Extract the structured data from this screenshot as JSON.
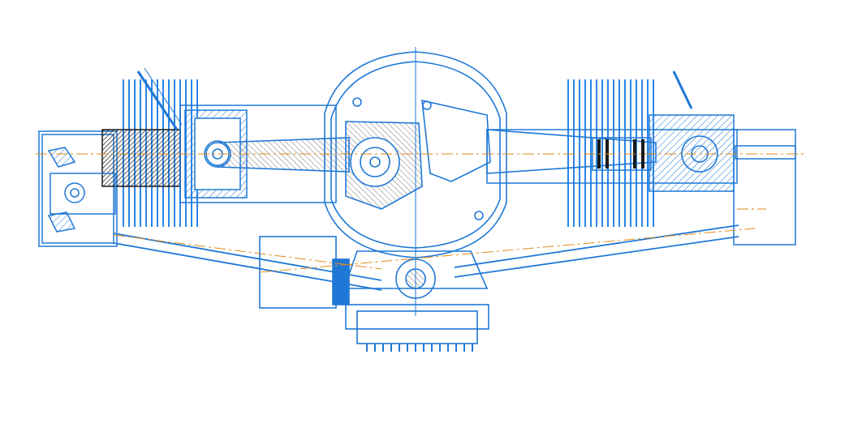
{
  "drawing": {
    "type": "cad-cross-section",
    "subject": "boxer-engine",
    "colors": {
      "background": "#ffffff",
      "line": "#1f78d6",
      "fin": "#2a85e8",
      "hatch": "#1a1a1a",
      "centerline": "#e08a1e",
      "dark_fill": "#0a3d7a"
    },
    "left_bank": {
      "fin_count": 14
    },
    "right_bank": {
      "fin_count": 16
    },
    "oil_pan": {
      "fin_count": 14
    }
  }
}
